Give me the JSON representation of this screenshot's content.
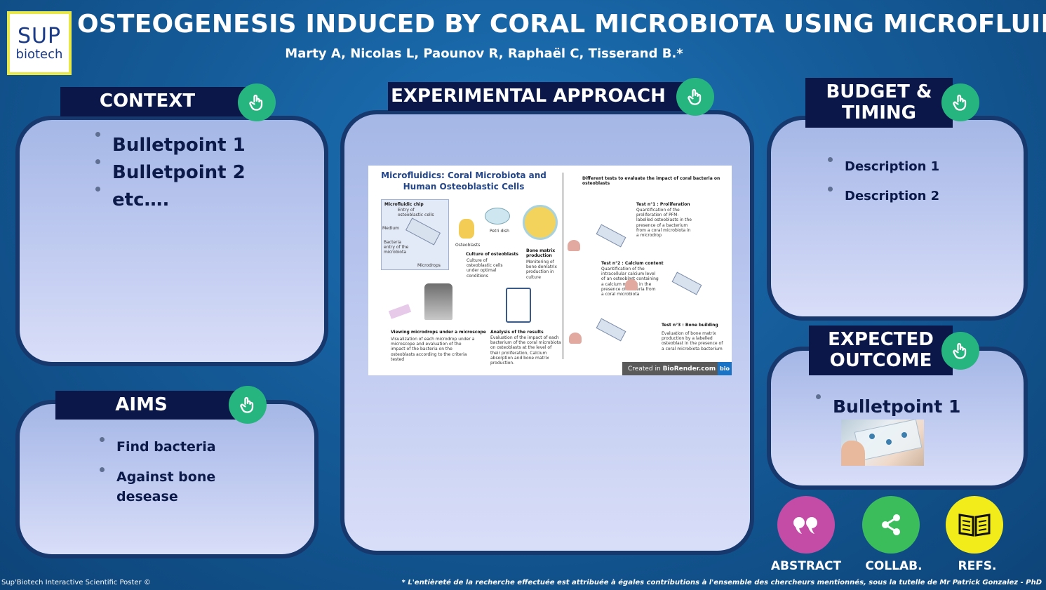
{
  "logo": {
    "line1": "SUP",
    "line2": "biotech"
  },
  "header": {
    "title": "OSTEOGENESIS INDUCED BY CORAL MICROBIOTA USING MICROFLUIDIC",
    "authors": "Marty A, Nicolas L, Paounov R, Raphaël C, Tisserand B.*"
  },
  "context": {
    "title": "CONTEXT",
    "items": [
      "Bulletpoint 1",
      "Bulletpoint 2",
      "etc…."
    ]
  },
  "aims": {
    "title": "AIMS",
    "items": [
      "Find bacteria",
      "Against bone desease"
    ]
  },
  "approach": {
    "title": "EXPERIMENTAL APPROACH",
    "figure": {
      "title": "Microfluidics: Coral Microbiota and Human Osteoblastic Cells",
      "chip_label": "Microfluidic chip",
      "entry_label": "Entry of osteoblastic cells",
      "medium_label": "Medium",
      "bacteria_label": "Bacteria entry of the microbiota",
      "microdrops_label": "Microdrops",
      "osteoblasts_label": "Osteoblasts",
      "petri_label": "Petri dish",
      "step1": "Culture of osteoblasts",
      "step1_desc": "Culture of osteoblastic cells under optimal conditions",
      "step2": "Bone matrix production",
      "step2_desc": "Monitoring of bone dematrix production in culture",
      "step3": "Different tests to evaluate the impact of coral bacteria on osteoblasts",
      "test1": "Test n°1 : Proliferation",
      "test1_desc": "Quantification of the proliferation of PFM-labelled osteoblasts in the presence of a bacterium from a coral microbiota in a microdrop",
      "test2": "Test n°2 : Calcium content",
      "test2_desc": "Quantification of the intracellular calcium level of an osteoblast containing a calcium marker in the presence of bacteria from a coral microbiota",
      "test3": "Test n°3 : Bone building",
      "test3_desc": "Evaluation of bone matrix production by a labelled osteoblast in the presence of a coral microbiota bacterium",
      "step4": "Viewing microdrops under a microscope",
      "step4_desc": "Visualization of each microdrop under a microscope and evaluation of the impact of the bacteria on the osteoblasts according to the criteria tested",
      "step5": "Analysis of the results",
      "step5_desc": "Evaluation of the impact of each bacterium of the coral microbiota on osteoblasts at the level of their proliferation, Calcium absorption and bone matrix production.",
      "credit_prefix": "Created in ",
      "credit_brand": "BioRender.com",
      "credit_badge": "bio"
    }
  },
  "budget": {
    "title_line1": "BUDGET &",
    "title_line2": "TIMING",
    "items": [
      "Description 1",
      "Description 2"
    ]
  },
  "outcome": {
    "title_line1": "EXPECTED",
    "title_line2": "OUTCOME",
    "items": [
      "Bulletpoint 1"
    ]
  },
  "buttons": {
    "abstract": {
      "label": "ABSTRACT",
      "color": "#c44ca6"
    },
    "collab": {
      "label": "COLLAB.",
      "color": "#3cbd5b"
    },
    "refs": {
      "label": "REFS.",
      "color": "#f1ec1a"
    }
  },
  "footer": {
    "left": "Sup'Biotech Interactive Scientific Poster ©",
    "right": "* L'entièreté de la recherche effectuée est attribuée à égales contributions à l'ensemble des chercheurs mentionnés, sous la tutelle de Mr Patrick Gonzalez - PhD"
  },
  "colors": {
    "header_bg": "#0c1749",
    "hand_button": "#27b57f",
    "panel_border": "#16386d"
  },
  "icons": [
    "hand-pointer-icon",
    "quote-icon",
    "share-icon",
    "book-icon"
  ]
}
